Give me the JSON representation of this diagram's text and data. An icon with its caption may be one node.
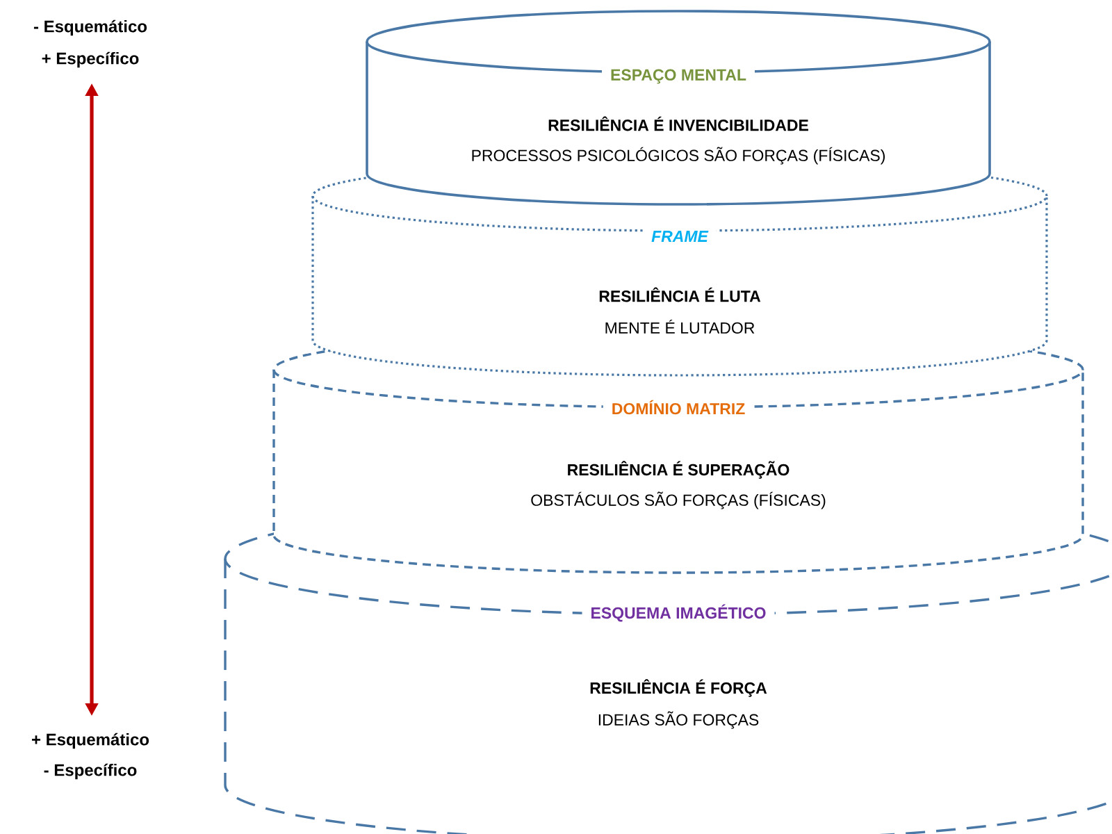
{
  "diagram": {
    "nodes": [
      {
        "text": [
          "ESPAÇO MENTAL",
          "RESILIÊNCIA É INVENCIBILIDADE",
          "PROCESSOS PSICOLÓGICOS SÃO FORÇAS (FÍSICAS)"
        ]
      },
      {
        "text": [
          "FRAME",
          "RESILIÊNCIA É LUTA",
          "MENTE É LUTADOR"
        ]
      },
      {
        "text": [
          "DOMÍNIO MATRIZ",
          "RESILIÊNCIA É SUPERAÇÃO",
          "OBSTÁCULOS SÃO FORÇAS (FÍSICAS)"
        ]
      },
      {
        "text": [
          "ESQUEMA IMAGÉTICO",
          "RESILIÊNCIA É FORÇA",
          "IDEIAS SÃO FORÇAS"
        ]
      }
    ],
    "labels": [
      "- Esquemático",
      "+ Específico",
      "+ Esquemático",
      "- Específico"
    ]
  }
}
